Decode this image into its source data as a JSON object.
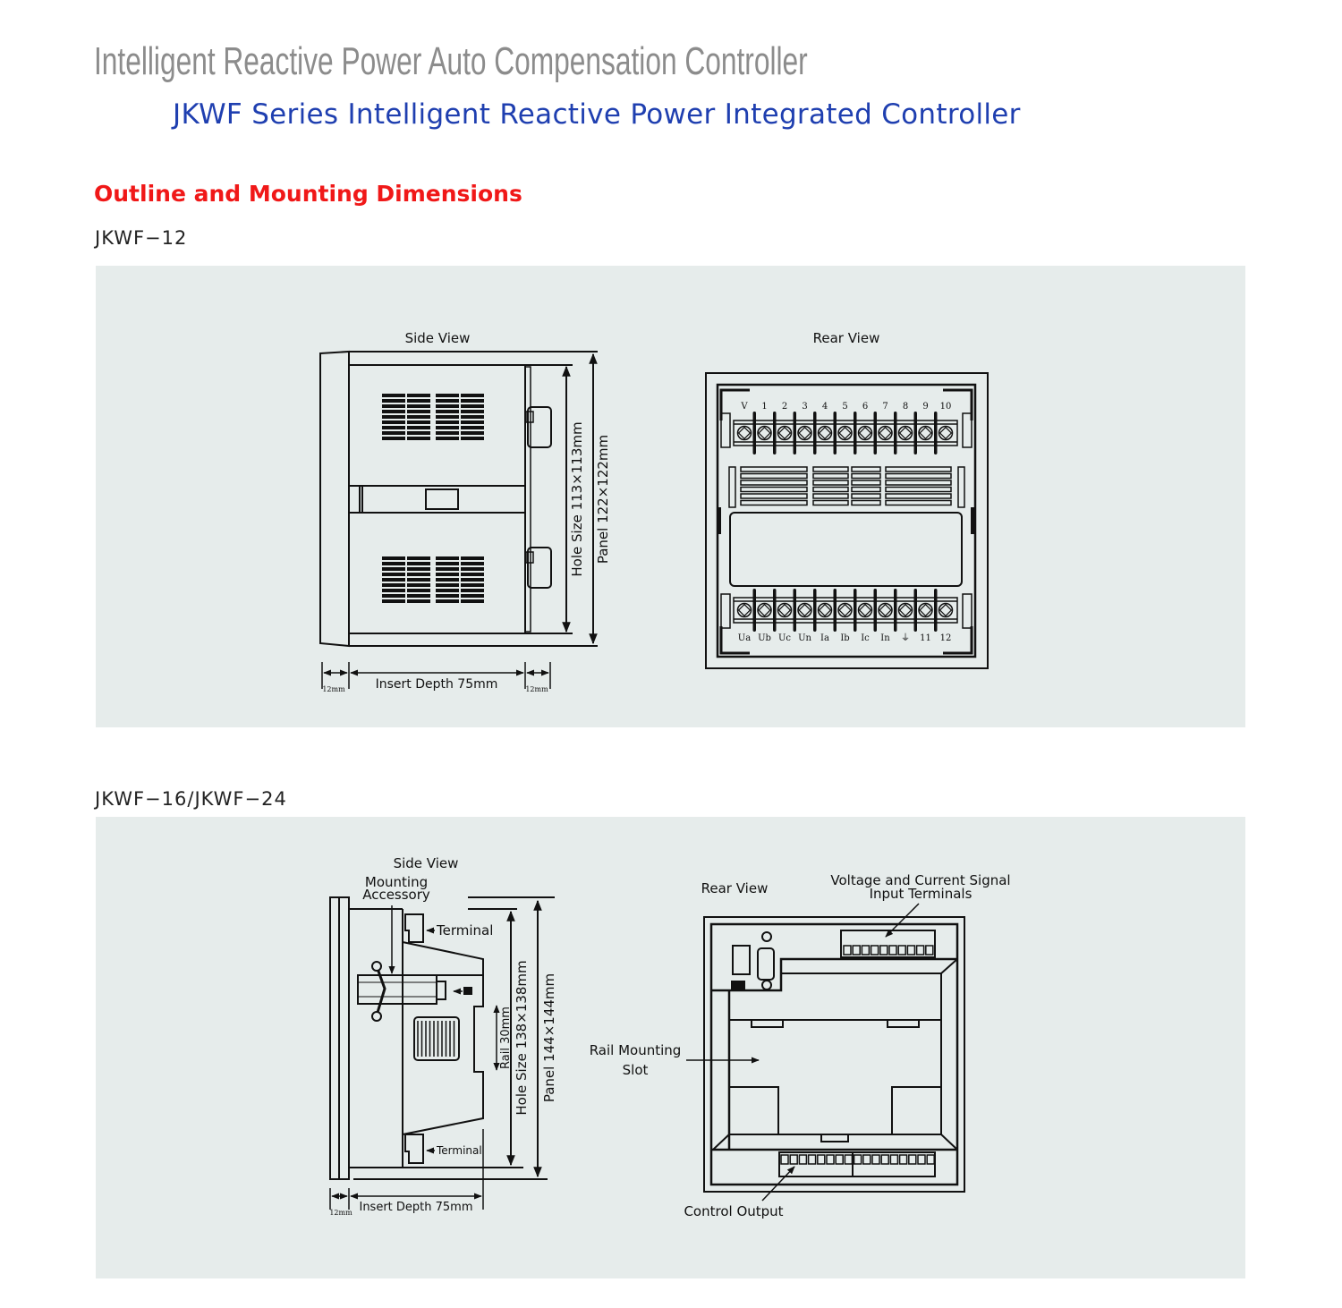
{
  "header": {
    "title": "Intelligent Reactive Power Auto Compensation Controller",
    "subtitle": "JKWF Series Intelligent Reactive Power Integrated Controller",
    "section": "Outline and Mounting Dimensions"
  },
  "colors": {
    "title": "#8c8c8c",
    "subtitle": "#1f3fb0",
    "section": "#f01818",
    "panel_bg": "#e6eceb"
  },
  "model_a": {
    "name": "JKWF−12",
    "side_view": "Side View",
    "rear_view": "Rear View",
    "hole_size": "Hole Size 113×113mm",
    "panel_size": "Panel 122×122mm",
    "insert_depth": "Insert Depth 75mm",
    "front_depth": "12mm",
    "rear_depth": "12mm",
    "top_terminals": [
      "V",
      "1",
      "2",
      "3",
      "4",
      "5",
      "6",
      "7",
      "8",
      "9",
      "10"
    ],
    "bottom_terminals": [
      "Ua",
      "Ub",
      "Uc",
      "Un",
      "Ia",
      "Ib",
      "Ic",
      "In",
      "⏚",
      "11",
      "12"
    ]
  },
  "model_b": {
    "name": "JKWF−16/JKWF−24",
    "side_view": "Side View",
    "mounting_1": "Mounting",
    "mounting_2": "Accessory",
    "terminal_top": "Terminal",
    "terminal_bottom": "Terminal",
    "rail": "Rail 30mm",
    "hole_size": "Hole Size 138×138mm",
    "panel_size": "Panel 144×144mm",
    "front_depth": "12mm",
    "insert_depth": "Insert Depth 75mm",
    "rear_view": "Rear View",
    "signal_1": "Voltage and Current Signal",
    "signal_2": "Input Terminals",
    "rail_slot_1": "Rail Mounting",
    "rail_slot_2": "Slot",
    "control_output": "Control Output"
  }
}
